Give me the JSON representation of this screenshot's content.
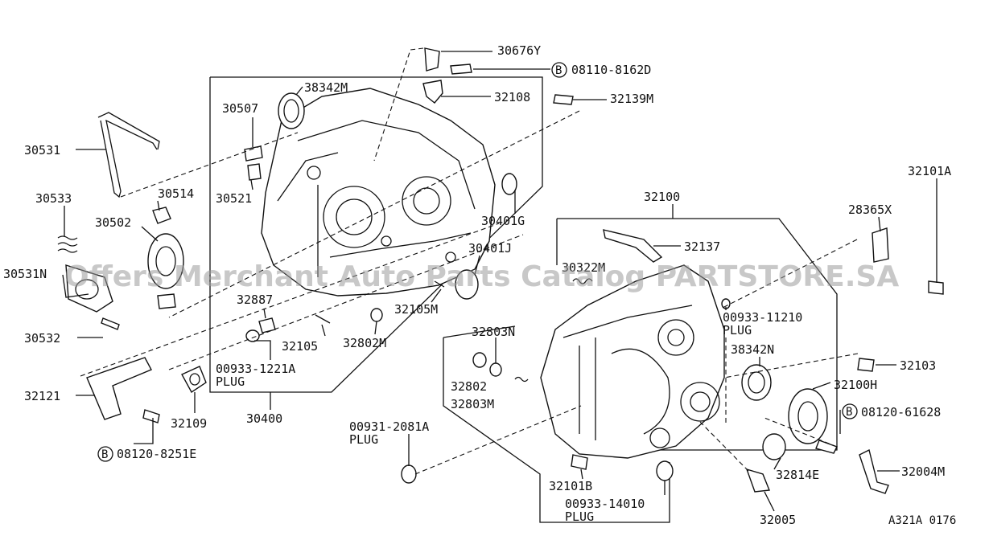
{
  "watermark": "Offers Merchant Auto Parts Catalog PARTSTORE.SA",
  "diagram_id": "A321A 0176",
  "bolt_symbol": "B",
  "plug_word": "PLUG",
  "labels": {
    "p30676Y": "30676Y",
    "p08110": "08110-8162D",
    "p38342M": "38342M",
    "p32108": "32108",
    "p32139M": "32139M",
    "p30507": "30507",
    "p30531": "30531",
    "p30521": "30521",
    "p30514": "30514",
    "p30533": "30533",
    "p30502": "30502",
    "p30401G": "30401G",
    "p30401J": "30401J",
    "p30531N": "30531N",
    "p30532": "30532",
    "p32887": "32887",
    "p32105M": "32105M",
    "p32105": "32105",
    "p32802M": "32802M",
    "p00933_1221A": "00933-1221A",
    "p32121": "32121",
    "p32109": "32109",
    "p30400": "30400",
    "p08120_8251E": "08120-8251E",
    "p32100": "32100",
    "p32137": "32137",
    "p30322M": "30322M",
    "p28365X": "28365X",
    "p32101A": "32101A",
    "p00933_11210": "00933-11210",
    "p38342N": "38342N",
    "p32803N": "32803N",
    "p32802": "32802",
    "p32803M": "32803M",
    "p32103": "32103",
    "p32100H": "32100H",
    "p08120_61628": "08120-61628",
    "p00931_2081A": "00931-2081A",
    "p32814E": "32814E",
    "p32004M": "32004M",
    "p32101B": "32101B",
    "p00933_14010": "00933-14010",
    "p32005": "32005"
  }
}
